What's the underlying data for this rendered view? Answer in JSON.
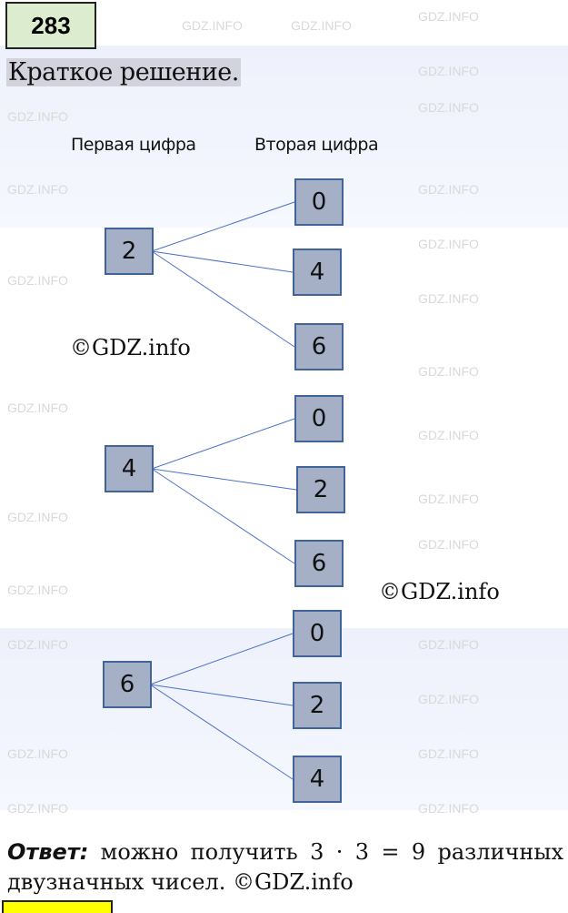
{
  "task_number": "283",
  "title": "Краткое решение.",
  "headers": {
    "first": "Первая цифра",
    "second": "Вторая цифра"
  },
  "tree": [
    {
      "first": "2",
      "second": [
        "0",
        "4",
        "6"
      ]
    },
    {
      "first": "4",
      "second": [
        "0",
        "2",
        "6"
      ]
    },
    {
      "first": "6",
      "second": [
        "0",
        "2",
        "4"
      ]
    }
  ],
  "copyright": "©GDZ.info",
  "answer": {
    "label": "Ответ:",
    "text": "можно получить 3 · 3 = 9 различных двузначных чисел. ©GDZ.info"
  },
  "watermark": "GDZ.INFO",
  "colors": {
    "box_fill": "#a5b0c6",
    "box_border": "#41659a",
    "line": "#4a72c8",
    "number_bg": "#dcedcf"
  }
}
